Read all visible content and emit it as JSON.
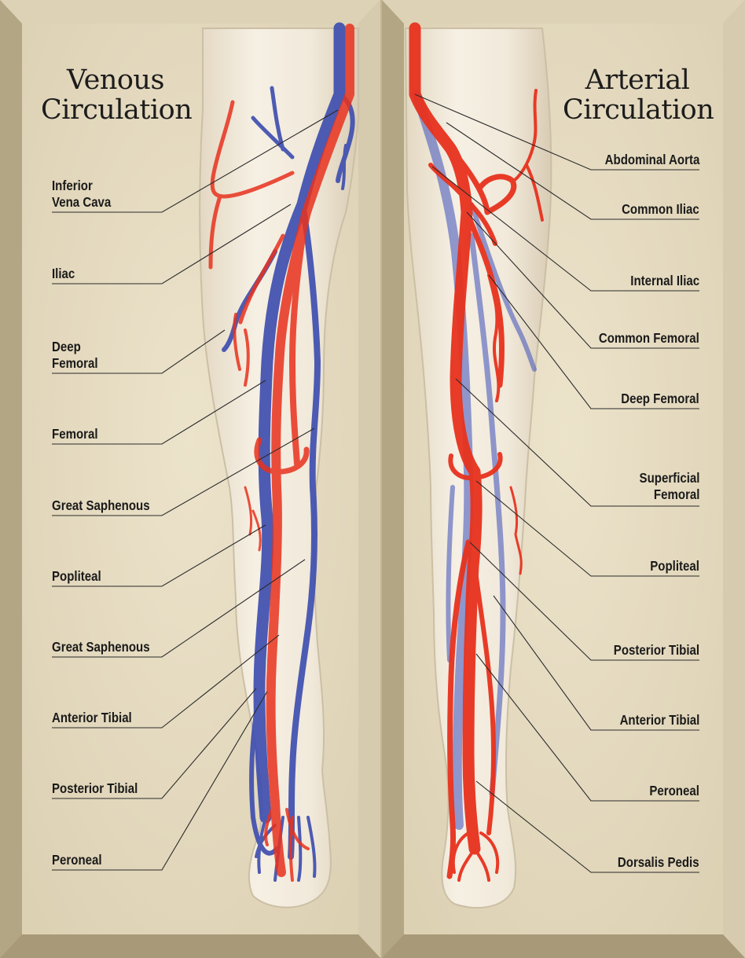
{
  "venous": {
    "title": [
      "Venous",
      "Circulation"
    ],
    "labels": [
      [
        "Inferior",
        "Vena Cava"
      ],
      [
        "Iliac"
      ],
      [
        "Deep",
        "Femoral"
      ],
      [
        "Femoral"
      ],
      [
        "Great Saphenous"
      ],
      [
        "Popliteal"
      ],
      [
        "Great Saphenous"
      ],
      [
        "Anterior Tibial"
      ],
      [
        "Posterior Tibial"
      ],
      [
        "Peroneal"
      ]
    ]
  },
  "arterial": {
    "title": [
      "Arterial",
      "Circulation"
    ],
    "labels": [
      [
        "Abdominal Aorta"
      ],
      [
        "Common Iliac"
      ],
      [
        "Internal Iliac"
      ],
      [
        "Common Femoral"
      ],
      [
        "Deep Femoral"
      ],
      [
        "Superficial",
        "Femoral"
      ],
      [
        "Popliteal"
      ],
      [
        "Posterior Tibial"
      ],
      [
        "Anterior Tibial"
      ],
      [
        "Peroneal"
      ],
      [
        "Dorsalis Pedis"
      ]
    ]
  },
  "colors": {
    "background": "#cbbfa3",
    "panel": "#e6dcc2",
    "skin": "#efe6d4",
    "artery": "#e8321e",
    "vein": "#3f4fb0"
  }
}
